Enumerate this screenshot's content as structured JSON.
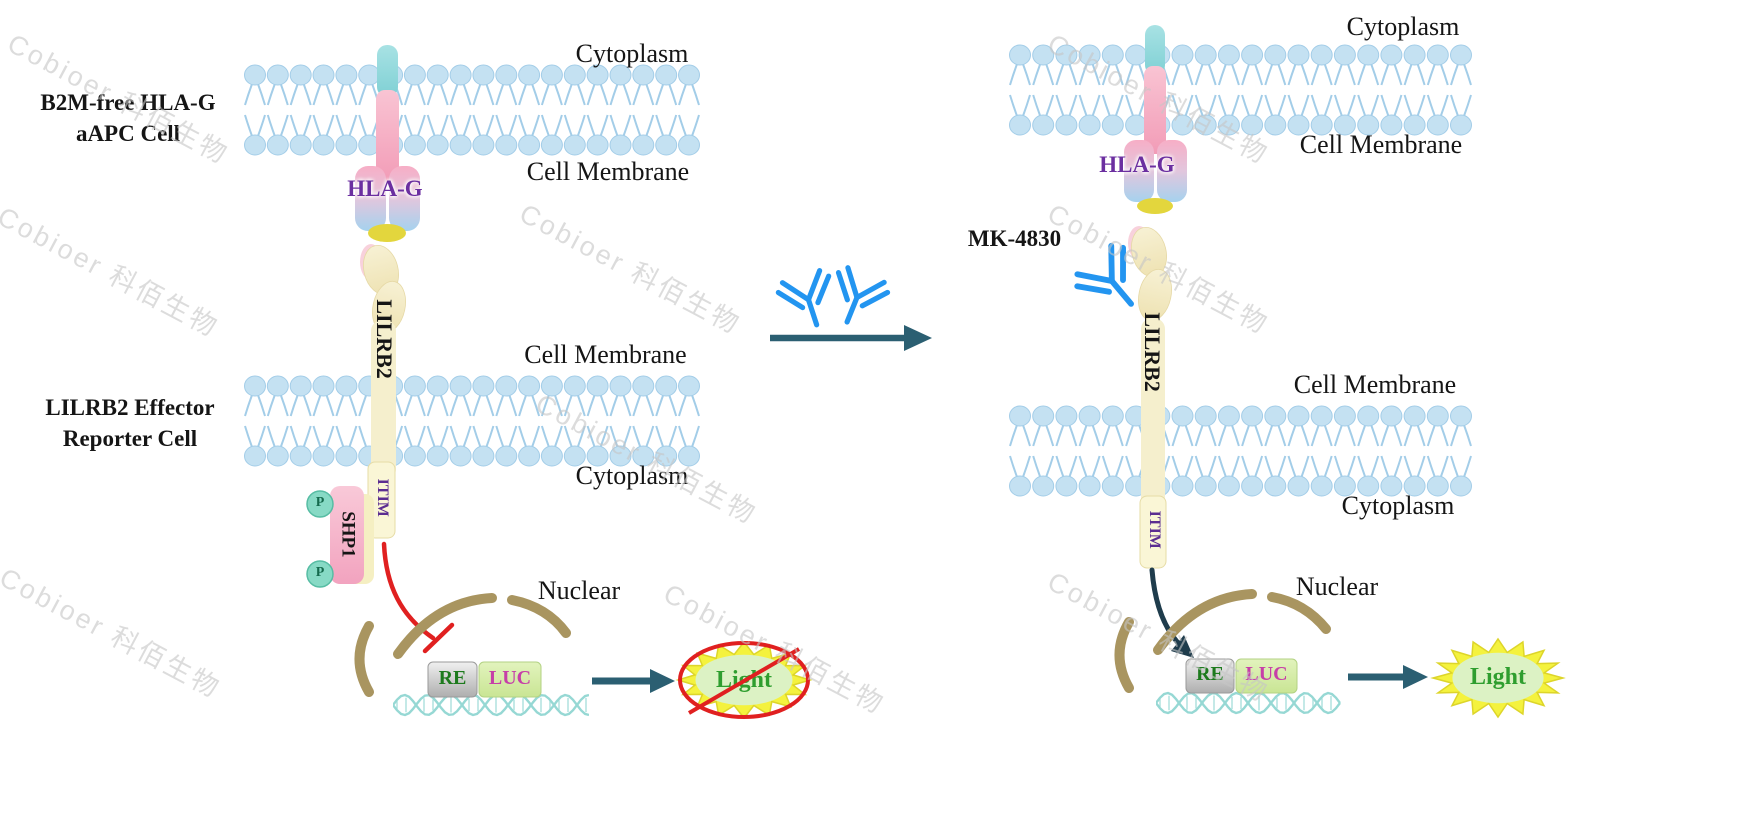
{
  "figure": {
    "watermark_text": "Cobioer 科佰生物",
    "left_panel": {
      "cell1_label_line1": "B2M-free HLA-G",
      "cell1_label_line2": "aAPC Cell",
      "cytoplasm_top": "Cytoplasm",
      "cell_membrane_top": "Cell Membrane",
      "hla_g_label": "HLA-G",
      "lilrb2_label": "LILRB2",
      "cell2_label_line1": "LILRB2 Effector",
      "cell2_label_line2": "Reporter Cell",
      "cell_membrane_bottom": "Cell Membrane",
      "cytoplasm_bottom": "Cytoplasm",
      "itim_label": "ITIM",
      "shp1_label": "SHP1",
      "phospho_label": "P",
      "nuclear_label": "Nuclear",
      "re_label": "RE",
      "luc_label": "LUC",
      "light_label": "Light"
    },
    "middle": {
      "antibody_label": "MK-4830"
    },
    "right_panel": {
      "cytoplasm_top": "Cytoplasm",
      "cell_membrane_top": "Cell Membrane",
      "hla_g_label": "HLA-G",
      "lilrb2_label": "LILRB2",
      "cell_membrane_bottom": "Cell Membrane",
      "cytoplasm_bottom": "Cytoplasm",
      "itim_label": "ITIM",
      "nuclear_label": "Nuclear",
      "re_label": "RE",
      "luc_label": "LUC",
      "light_label": "Light"
    }
  },
  "colors": {
    "membraneHead": "#c4e1f2",
    "membraneTail": "#a3cde8",
    "dna": "#96d8d4",
    "antibody": "#2395f0",
    "burstSpike": "#f4f23e",
    "burstEdge": "#ddd52a",
    "burstInner": "#dcf2c4",
    "arrow": "#2b5f72",
    "activationArrow": "#1f3c4c",
    "inhibitRed": "#e02020",
    "nuclearEnvelope": "#a99560",
    "hlagPurple": "#6b2fa0",
    "itimPurple": "#5b2d91",
    "reGreen": "#1d7a1d",
    "lucMagenta": "#c63fa8",
    "lightGreen": "#2f9e2f",
    "phosphoTextGreen": "#156b4e",
    "receptorPink": "#f4a6be",
    "receptorTeal": "#8ed8da",
    "lilrb2Cream": "#f5efcd",
    "anchorYellow": "#e3d63d",
    "shp1Pink": "#f6b5cb",
    "phosphoTeal": "#87dac5",
    "watermarkGray": "#c6c6c6"
  }
}
